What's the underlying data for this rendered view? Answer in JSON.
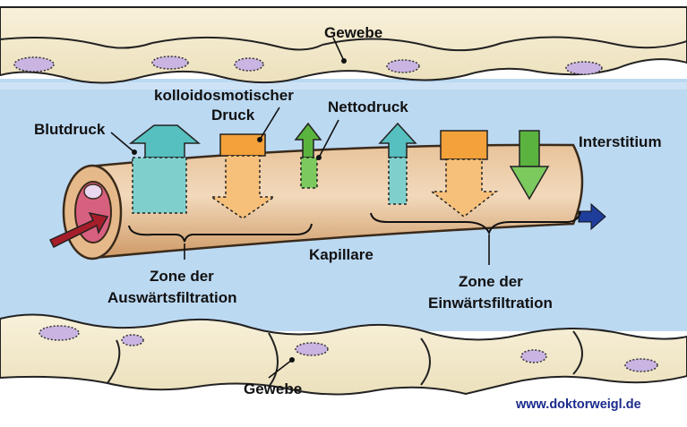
{
  "labels": {
    "gewebe_top": "Gewebe",
    "kolloid_line1": "kolloidosmotischer",
    "kolloid_line2": "Druck",
    "nettodruck": "Nettodruck",
    "blutdruck": "Blutdruck",
    "interstitium": "Interstitium",
    "kapillare": "Kapillare",
    "zone_aus_line1": "Zone der",
    "zone_aus_line2": "Auswärtsfiltration",
    "zone_ein_line1": "Zone der",
    "zone_ein_line2": "Einwärtsfiltration",
    "gewebe_bottom": "Gewebe"
  },
  "watermark": "www.doktorweigl.de",
  "colors": {
    "interstitium": "#bcd9f2",
    "tissue_cell": "#f4ecd0",
    "nucleus": "#c9b4e2",
    "capillary": "#e0b07e",
    "blood_pressure_arrow": "#56bfbf",
    "colloid_pressure_arrow": "#f3a13a",
    "net_pressure_arrow": "#5bb33f",
    "flow_arrow": "#1f3d9a",
    "inflow_arrow": "#a51e2a",
    "watermark": "#1a2a8c"
  }
}
